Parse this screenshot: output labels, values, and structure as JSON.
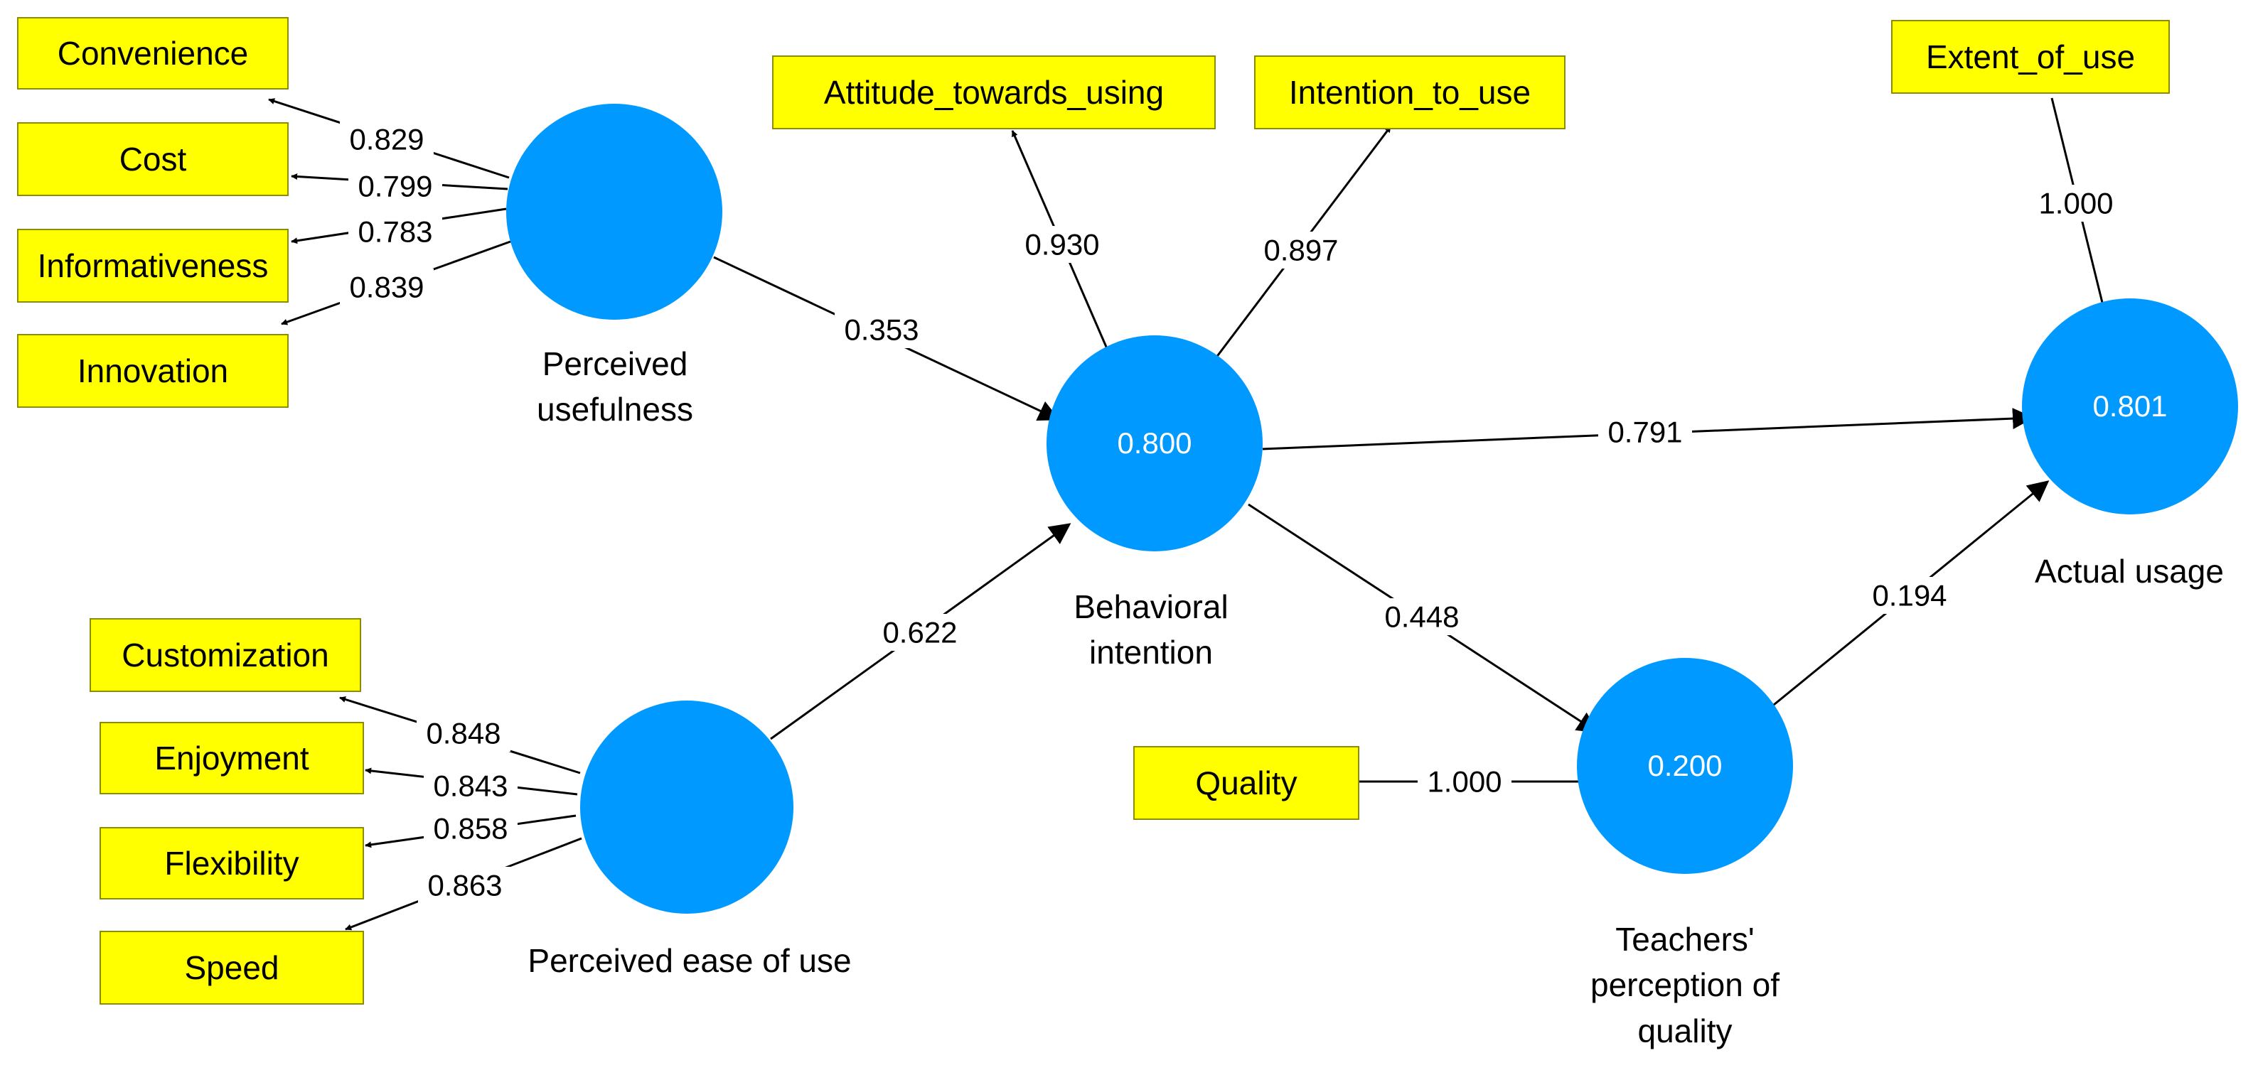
{
  "colors": {
    "indicator_fill": "#ffff00",
    "construct_fill": "#0099ff",
    "r2_text": "#ffffff",
    "line": "#000000"
  },
  "indicators": {
    "convenience": "Convenience",
    "cost": "Cost",
    "informativeness": "Informativeness",
    "innovation": "Innovation",
    "customization": "Customization",
    "enjoyment": "Enjoyment",
    "flexibility": "Flexibility",
    "speed": "Speed",
    "attitude": "Attitude_towards_using",
    "intention": "Intention_to_use",
    "extent": "Extent_of_use",
    "quality": "Quality"
  },
  "constructs": {
    "pu": {
      "label": "Perceived usefulness",
      "r2": ""
    },
    "peou": {
      "label": "Perceived ease of use",
      "r2": ""
    },
    "bi": {
      "label": "Behavioral intention",
      "r2": "0.800"
    },
    "au": {
      "label": "Actual usage",
      "r2": "0.801"
    },
    "tpq": {
      "label": "Teachers' perception of quality",
      "r2": "0.200"
    }
  },
  "paths": [
    {
      "from": "Perceived usefulness",
      "to": "Behavioral intention",
      "coef": "0.353"
    },
    {
      "from": "Perceived ease of use",
      "to": "Behavioral intention",
      "coef": "0.622"
    },
    {
      "from": "Behavioral intention",
      "to": "Actual usage",
      "coef": "0.791"
    },
    {
      "from": "Behavioral intention",
      "to": "Teachers' perception of quality",
      "coef": "0.448"
    },
    {
      "from": "Teachers' perception of quality",
      "to": "Actual usage",
      "coef": "0.194"
    }
  ],
  "loadings": [
    {
      "construct": "Perceived usefulness",
      "indicator": "Convenience",
      "value": "0.829"
    },
    {
      "construct": "Perceived usefulness",
      "indicator": "Cost",
      "value": "0.799"
    },
    {
      "construct": "Perceived usefulness",
      "indicator": "Informativeness",
      "value": "0.783"
    },
    {
      "construct": "Perceived usefulness",
      "indicator": "Innovation",
      "value": "0.839"
    },
    {
      "construct": "Perceived ease of use",
      "indicator": "Customization",
      "value": "0.848"
    },
    {
      "construct": "Perceived ease of use",
      "indicator": "Enjoyment",
      "value": "0.843"
    },
    {
      "construct": "Perceived ease of use",
      "indicator": "Flexibility",
      "value": "0.858"
    },
    {
      "construct": "Perceived ease of use",
      "indicator": "Speed",
      "value": "0.863"
    },
    {
      "construct": "Behavioral intention",
      "indicator": "Attitude_towards_using",
      "value": "0.930"
    },
    {
      "construct": "Behavioral intention",
      "indicator": "Intention_to_use",
      "value": "0.897"
    },
    {
      "construct": "Actual usage",
      "indicator": "Extent_of_use",
      "value": "1.000"
    },
    {
      "construct": "Teachers' perception of quality",
      "indicator": "Quality",
      "value": "1.000"
    }
  ]
}
